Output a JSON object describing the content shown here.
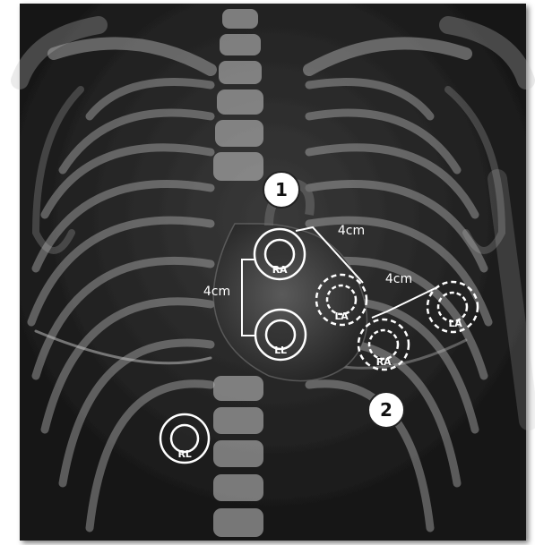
{
  "figure": {
    "markers": [
      {
        "id": "marker-1",
        "text": "1"
      },
      {
        "id": "marker-2",
        "text": "2"
      }
    ],
    "electrodes": {
      "placement_1": [
        {
          "id": "p1-ra",
          "label": "RA",
          "style": "solid"
        },
        {
          "id": "p1-ll",
          "label": "LL",
          "style": "solid"
        },
        {
          "id": "p1-rl",
          "label": "RL",
          "style": "solid"
        }
      ],
      "placement_2": [
        {
          "id": "p2-la",
          "label": "LA",
          "style": "dashed"
        },
        {
          "id": "p2-ra",
          "label": "RA",
          "style": "dashed"
        },
        {
          "id": "p2-la-far",
          "label": "LA",
          "style": "dashed"
        }
      ]
    },
    "dimensions": {
      "vertical": "4cm",
      "diagonal": "4cm",
      "right": "4cm"
    },
    "colors": {
      "background": "#1c1c1c",
      "bone": "#bdbdbd",
      "annotation": "#ffffff"
    }
  }
}
